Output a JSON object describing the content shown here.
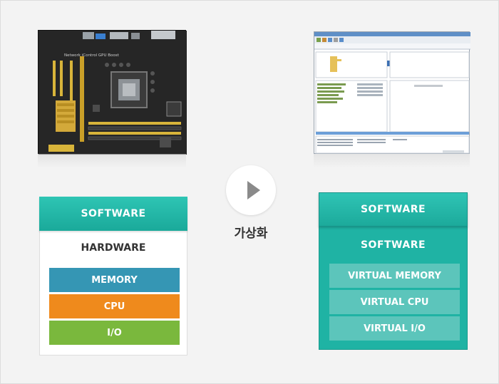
{
  "center": {
    "label": "가상화"
  },
  "left": {
    "software": "SOFTWARE",
    "hardware": "HARDWARE",
    "components": [
      "MEMORY",
      "CPU",
      "I/O"
    ]
  },
  "right": {
    "software_top": "SOFTWARE",
    "software_inner": "SOFTWARE",
    "components": [
      "VIRTUAL MEMORY",
      "VIRTUAL CPU",
      "VIRTUAL I/O"
    ]
  },
  "motherboard": {
    "board_text": "Network iControl GPU Boost"
  },
  "colors": {
    "teal": "#1fb3a4",
    "memory": "#3596b4",
    "cpu": "#ef8a1c",
    "io": "#7ab83d",
    "virtual_chip": "#5cc5bb"
  },
  "icons": {
    "center": "play-icon"
  }
}
